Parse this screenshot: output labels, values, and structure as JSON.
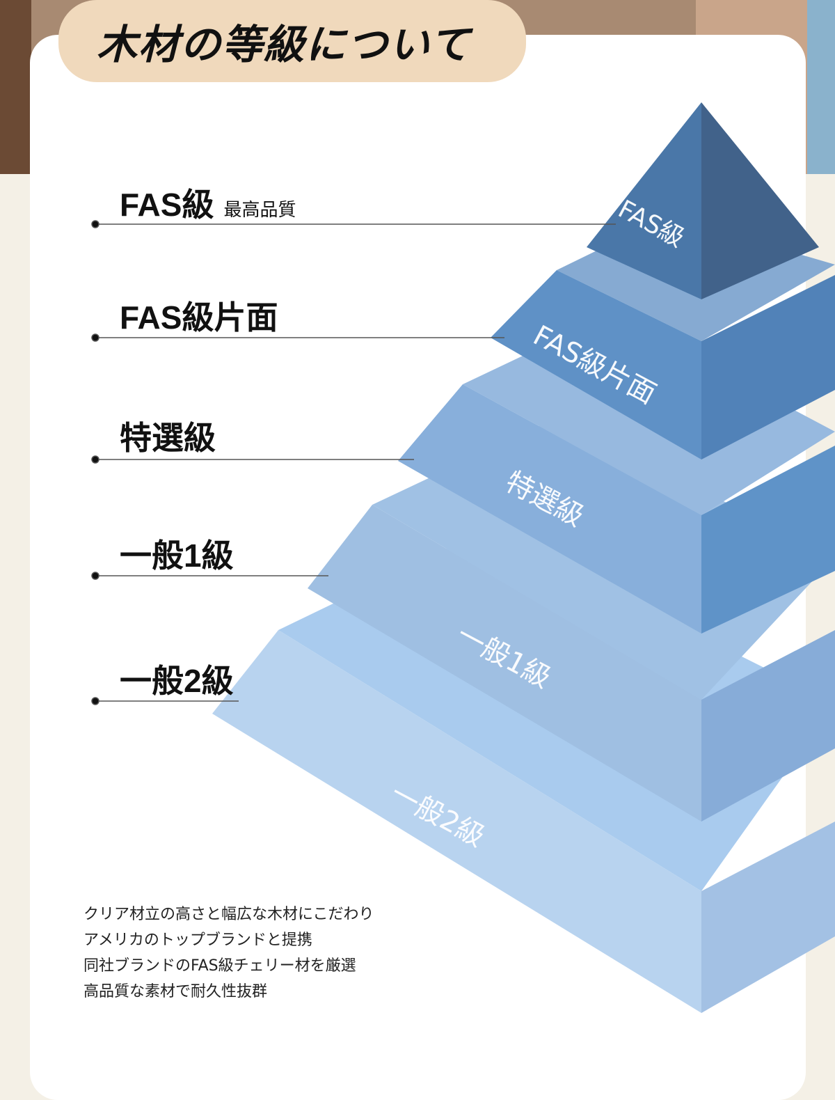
{
  "title": "木材の等級について",
  "grades": [
    {
      "label": "FAS級",
      "note": "最高品質"
    },
    {
      "label": "FAS級片面"
    },
    {
      "label": "特選級"
    },
    {
      "label": "一般1級"
    },
    {
      "label": "一般2級"
    }
  ],
  "pyramid_labels": [
    "FAS級",
    "FAS級片面",
    "特選級",
    "一般1級",
    "一般2級"
  ],
  "description": [
    "クリア材立の高さと幅広な木材にこだわり",
    "アメリカのトップブランドと提携",
    "同社ブランドのFAS級チェリー材を厳選",
    "高品質な素材で耐久性抜群"
  ],
  "colors": {
    "title_bg": "#f0d9bc",
    "tier1": "#4a77a8",
    "tier5": "#b8d3ef"
  }
}
